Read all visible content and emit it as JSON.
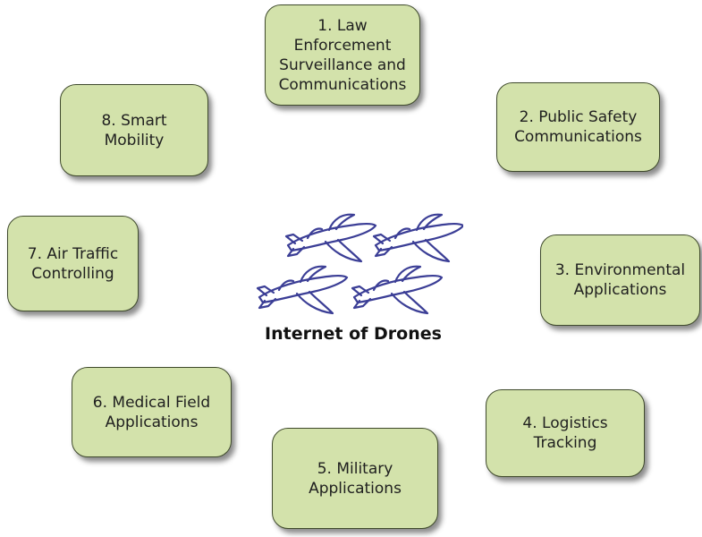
{
  "center_title": "Internet of Drones",
  "nodes": [
    {
      "label": "1. Law\nEnforcement\nSurveillance and\nCommunications"
    },
    {
      "label": "2. Public Safety\nCommunications"
    },
    {
      "label": "3. Environmental\nApplications"
    },
    {
      "label": "4. Logistics\nTracking"
    },
    {
      "label": "5. Military\nApplications"
    },
    {
      "label": "6. Medical Field\nApplications"
    },
    {
      "label": "7. Air Traffic\nControlling"
    },
    {
      "label": "8. Smart\nMobility"
    }
  ],
  "colors": {
    "box_fill": "#d3e2ab",
    "box_border": "#3f4a2c",
    "drone_stroke": "#3b3e96"
  },
  "icons": [
    "drone-icon"
  ]
}
